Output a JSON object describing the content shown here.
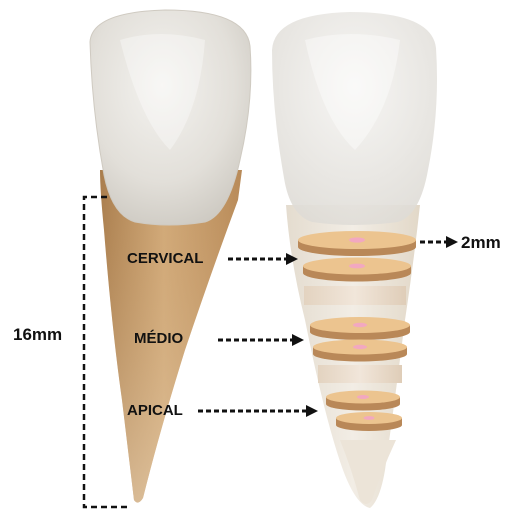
{
  "labels": {
    "length": "16mm",
    "cervical": "CERVICAL",
    "medio": "MÉDIO",
    "apical": "APICAL",
    "slice_thickness": "2mm"
  },
  "colors": {
    "enamel": "#e9e7e2",
    "root": "#c9a070",
    "disc_top": "#ecc48f",
    "disc_side": "#b98858",
    "pulp": "#f2a8c0",
    "arrow": "#111111"
  },
  "icons": [
    "tooth-crown-icon",
    "root-icon",
    "dentin-disc-icon",
    "pulp-canal-icon"
  ]
}
